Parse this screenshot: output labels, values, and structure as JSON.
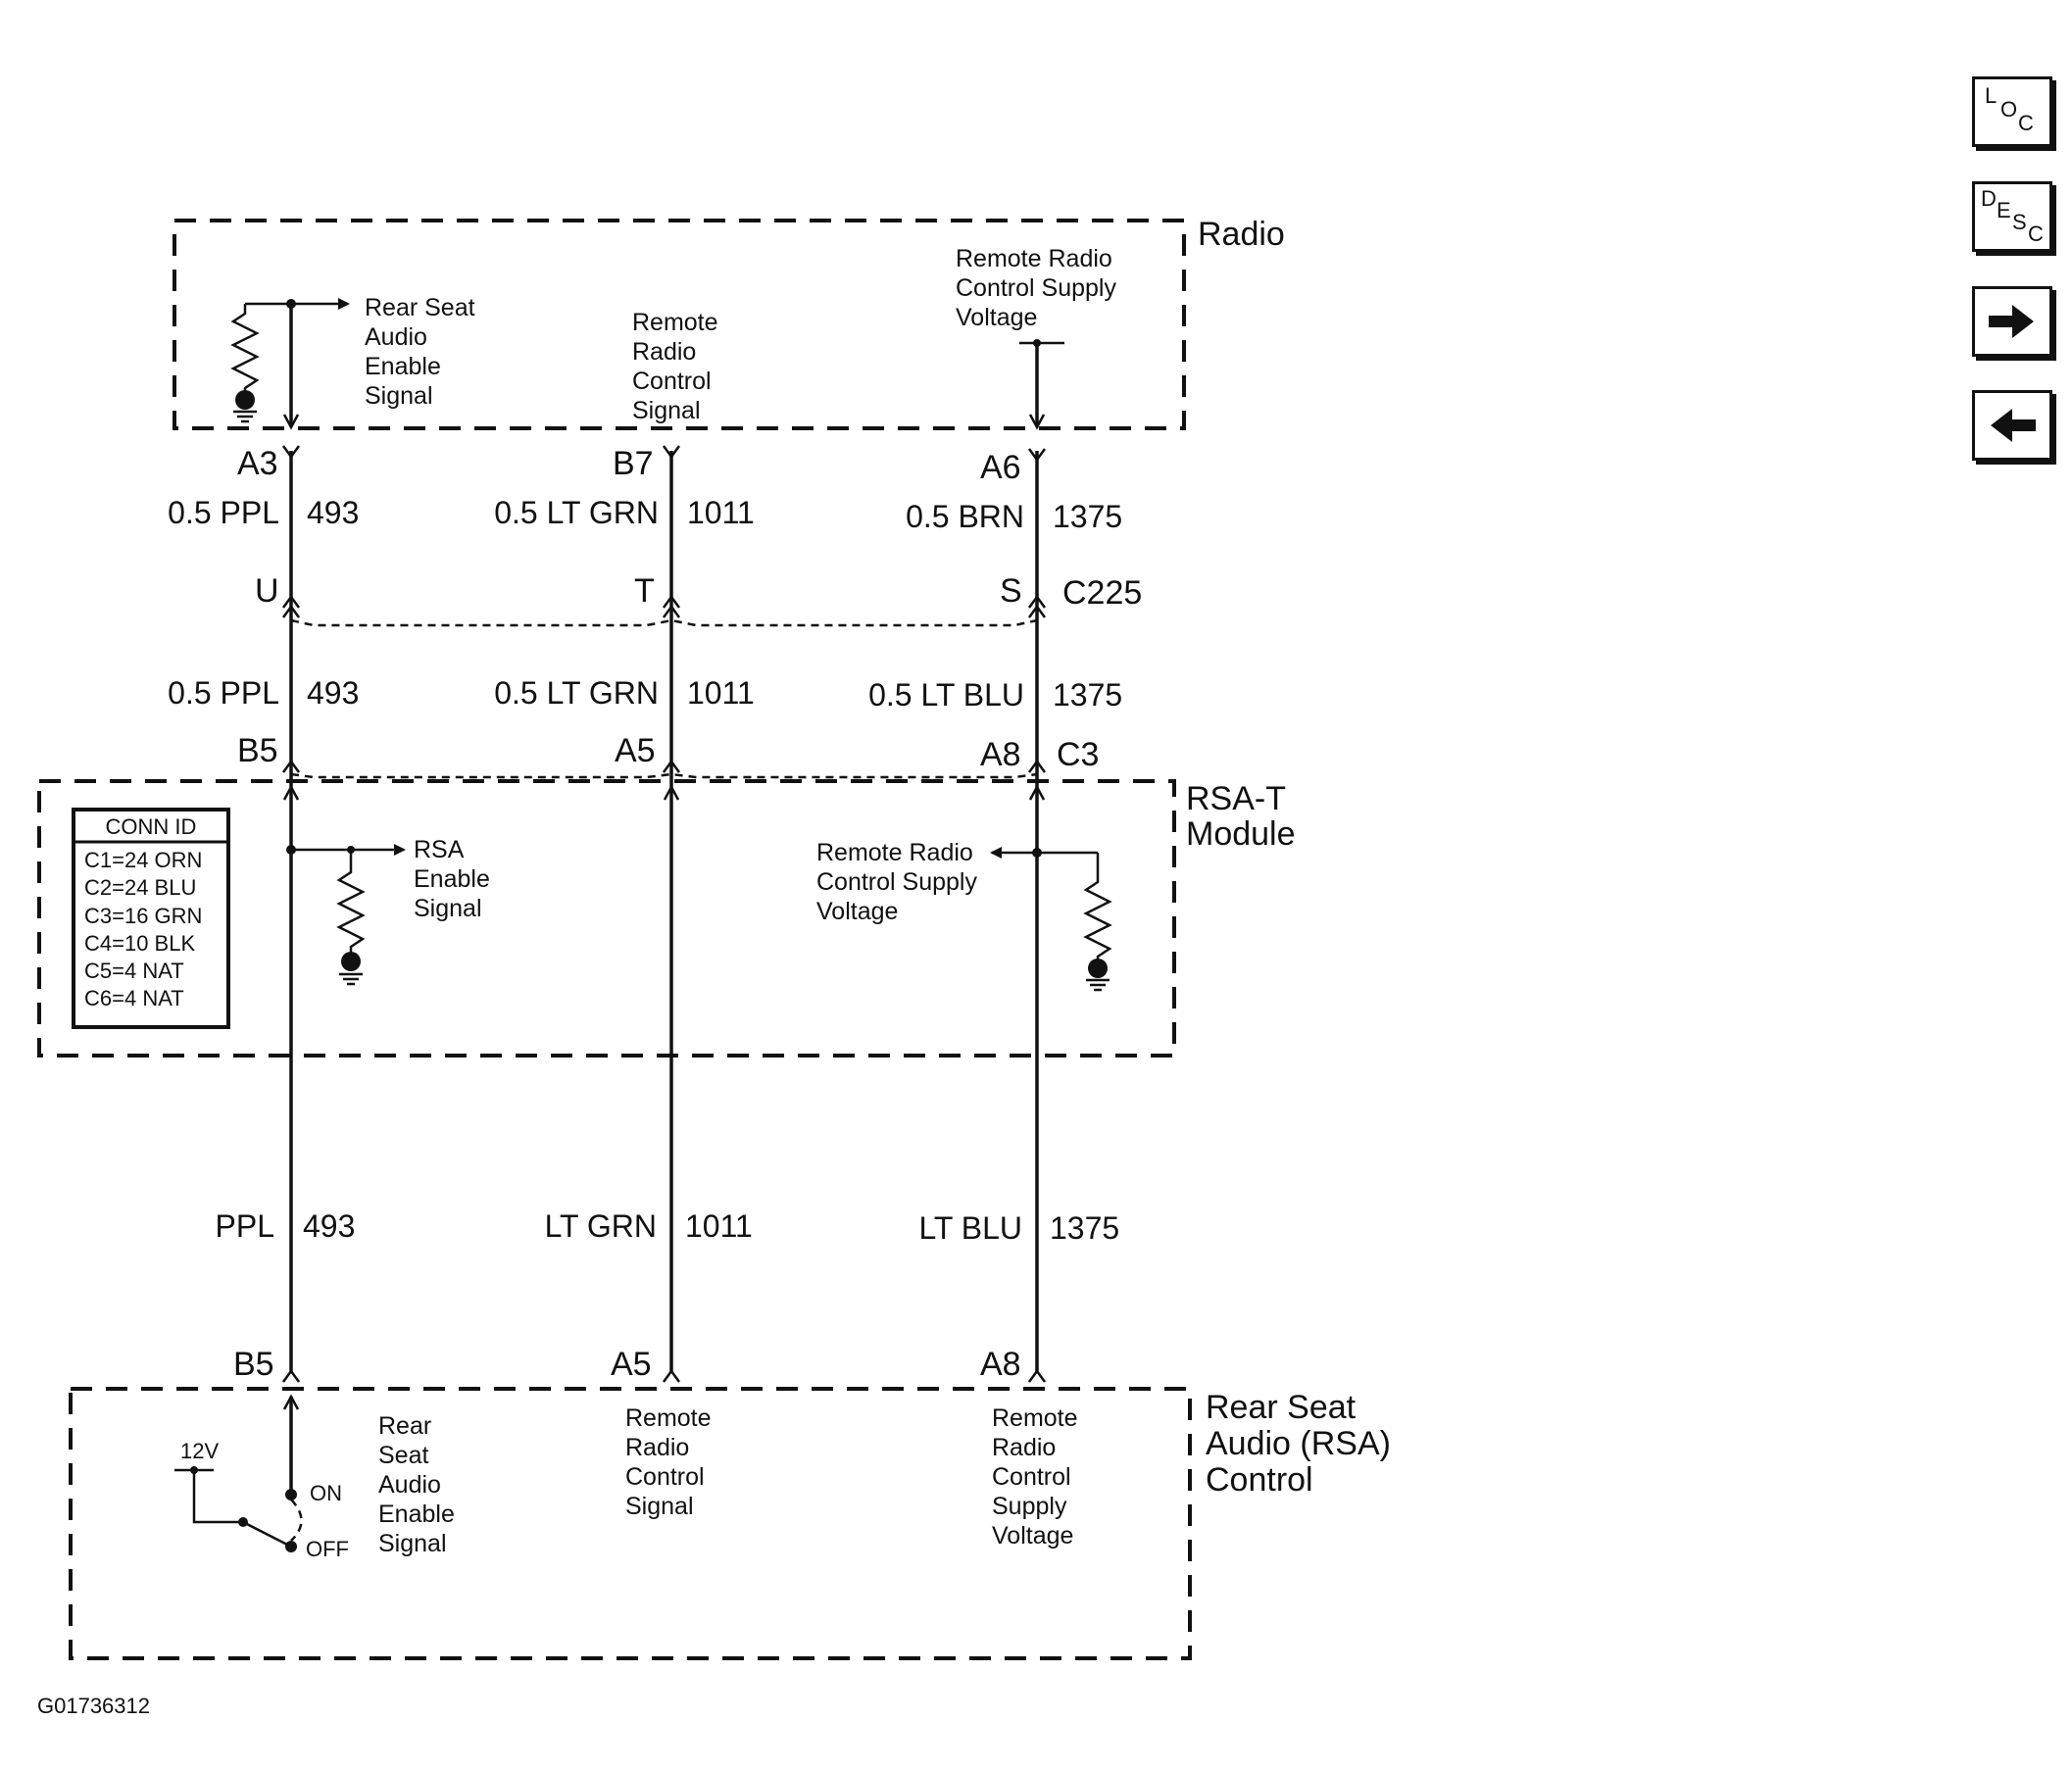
{
  "footer": {
    "figure_id": "G01736312"
  },
  "nav": {
    "loc": {
      "a": "L",
      "b": "O",
      "c": "C"
    },
    "desc": {
      "a": "D",
      "b": "E",
      "c": "S",
      "d": "C"
    }
  },
  "components": {
    "radio": {
      "title": "Radio",
      "signal_left": [
        "Rear Seat",
        "Audio",
        "Enable",
        "Signal"
      ],
      "signal_mid": [
        "Remote",
        "Radio",
        "Control",
        "Signal"
      ],
      "signal_right": [
        "Remote Radio",
        "Control Supply",
        "Voltage"
      ]
    },
    "rsat": {
      "title_1": "RSA-T",
      "title_2": "Module",
      "signal_left": [
        "RSA",
        "Enable",
        "Signal"
      ],
      "signal_right": [
        "Remote Radio",
        "Control Supply",
        "Voltage"
      ]
    },
    "rsa": {
      "title": [
        "Rear Seat",
        "Audio (RSA)",
        "Control"
      ],
      "switch_supply": "12V",
      "switch_on": "ON",
      "switch_off": "OFF",
      "signal_left": [
        "Rear",
        "Seat",
        "Audio",
        "Enable",
        "Signal"
      ],
      "signal_mid": [
        "Remote",
        "Radio",
        "Control",
        "Signal"
      ],
      "signal_right": [
        "Remote",
        "Radio",
        "Control",
        "Supply",
        "Voltage"
      ]
    }
  },
  "conn_id": {
    "header": "CONN ID",
    "rows": [
      "C1=24 ORN",
      "C2=24 BLU",
      "C3=16 GRN",
      "C4=10 BLK",
      "C5=4 NAT",
      "C6=4 NAT"
    ]
  },
  "connector_c225": "C225",
  "connector_c3": "C3",
  "circuits": [
    {
      "radio_pin": "A3",
      "upper_wire": "0.5 PPL",
      "circuit": "493",
      "c225_pin": "U",
      "mid_wire": "0.5 PPL",
      "rsat_pin": "B5",
      "lower_wire": "PPL",
      "rsa_pin": "B5"
    },
    {
      "radio_pin": "B7",
      "upper_wire": "0.5 LT GRN",
      "circuit": "1011",
      "c225_pin": "T",
      "mid_wire": "0.5 LT GRN",
      "rsat_pin": "A5",
      "lower_wire": "LT GRN",
      "rsa_pin": "A5"
    },
    {
      "radio_pin": "A6",
      "upper_wire": "0.5 BRN",
      "circuit": "1375",
      "c225_pin": "S",
      "mid_wire": "0.5 LT BLU",
      "rsat_pin": "A8",
      "lower_wire": "LT BLU",
      "rsa_pin": "A8"
    }
  ]
}
